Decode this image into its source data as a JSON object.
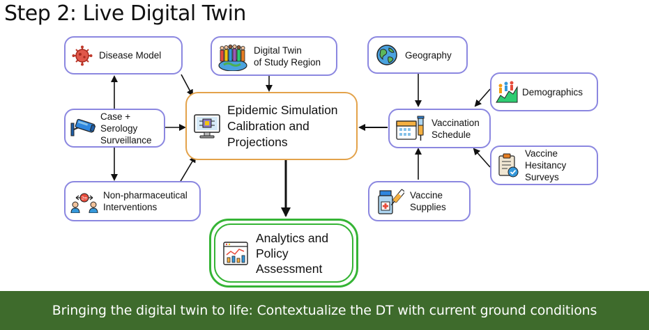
{
  "title": "Step 2: Live Digital Twin",
  "nodes": {
    "disease_model": "Disease Model",
    "digital_twin": "Digital Twin\nof Study Region",
    "geography": "Geography",
    "surveillance": "Case +\nSerology\nSurveillance",
    "npi": "Non-pharmaceutical\nInterventions",
    "epidemic": "Epidemic Simulation\nCalibration and\nProjections",
    "demographics": "Demographics",
    "vaccination": "Vaccination\nSchedule",
    "hesitancy": "Vaccine\nHesitancy\nSurveys",
    "supplies": "Vaccine\nSupplies",
    "analytics": "Analytics and\nPolicy\nAssessment"
  },
  "footer": "Bringing the digital twin to life: Contextualize the DT with current ground conditions",
  "colors": {
    "node_border": "#8b87e0",
    "main_border": "#e3a24a",
    "output_border": "#35b435",
    "footer_bg": "#3e6b2c"
  },
  "icons": {
    "disease_model": "virus-icon",
    "digital_twin": "population-globe-icon",
    "geography": "globe-icon",
    "surveillance": "cctv-camera-icon",
    "npi": "social-distancing-icon",
    "epidemic": "computer-simulation-icon",
    "demographics": "demographics-chart-icon",
    "vaccination": "calendar-syringe-icon",
    "hesitancy": "survey-clipboard-icon",
    "supplies": "vaccine-vial-icon",
    "analytics": "analytics-dashboard-icon"
  }
}
